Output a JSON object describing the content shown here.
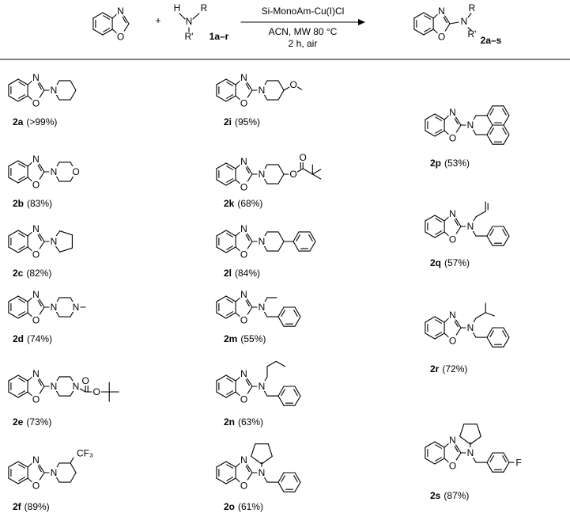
{
  "scheme": {
    "reactant_amine": {
      "N": "N",
      "H": "H",
      "R": "R",
      "R_prime": "R'",
      "code": "1a–r"
    },
    "plus": "+",
    "conditions": {
      "catalyst": "Si-MonoAm-Cu(I)Cl",
      "solvent_temp": "ACN, MW 80 °C",
      "time_atm": "2 h, air"
    },
    "product": {
      "N": "N",
      "R": "R",
      "R_prime": "R'",
      "code": "2a–s"
    }
  },
  "atoms": {
    "N": "N",
    "O": "O",
    "F": "F",
    "CF3": "CF₃"
  },
  "products": [
    {
      "code": "2a",
      "yield": "(>99%)"
    },
    {
      "code": "2b",
      "yield": "(83%)"
    },
    {
      "code": "2c",
      "yield": "(82%)"
    },
    {
      "code": "2d",
      "yield": "(74%)"
    },
    {
      "code": "2e",
      "yield": "(73%)"
    },
    {
      "code": "2f",
      "yield": "(89%)"
    },
    {
      "code": "2i",
      "yield": "(95%)"
    },
    {
      "code": "2k",
      "yield": "(68%)"
    },
    {
      "code": "2l",
      "yield": "(84%)"
    },
    {
      "code": "2m",
      "yield": "(55%)"
    },
    {
      "code": "2n",
      "yield": "(63%)"
    },
    {
      "code": "2o",
      "yield": "(61%)"
    },
    {
      "code": "2p",
      "yield": "(53%)"
    },
    {
      "code": "2q",
      "yield": "(57%)"
    },
    {
      "code": "2r",
      "yield": "(72%)"
    },
    {
      "code": "2s",
      "yield": "(87%)"
    }
  ]
}
